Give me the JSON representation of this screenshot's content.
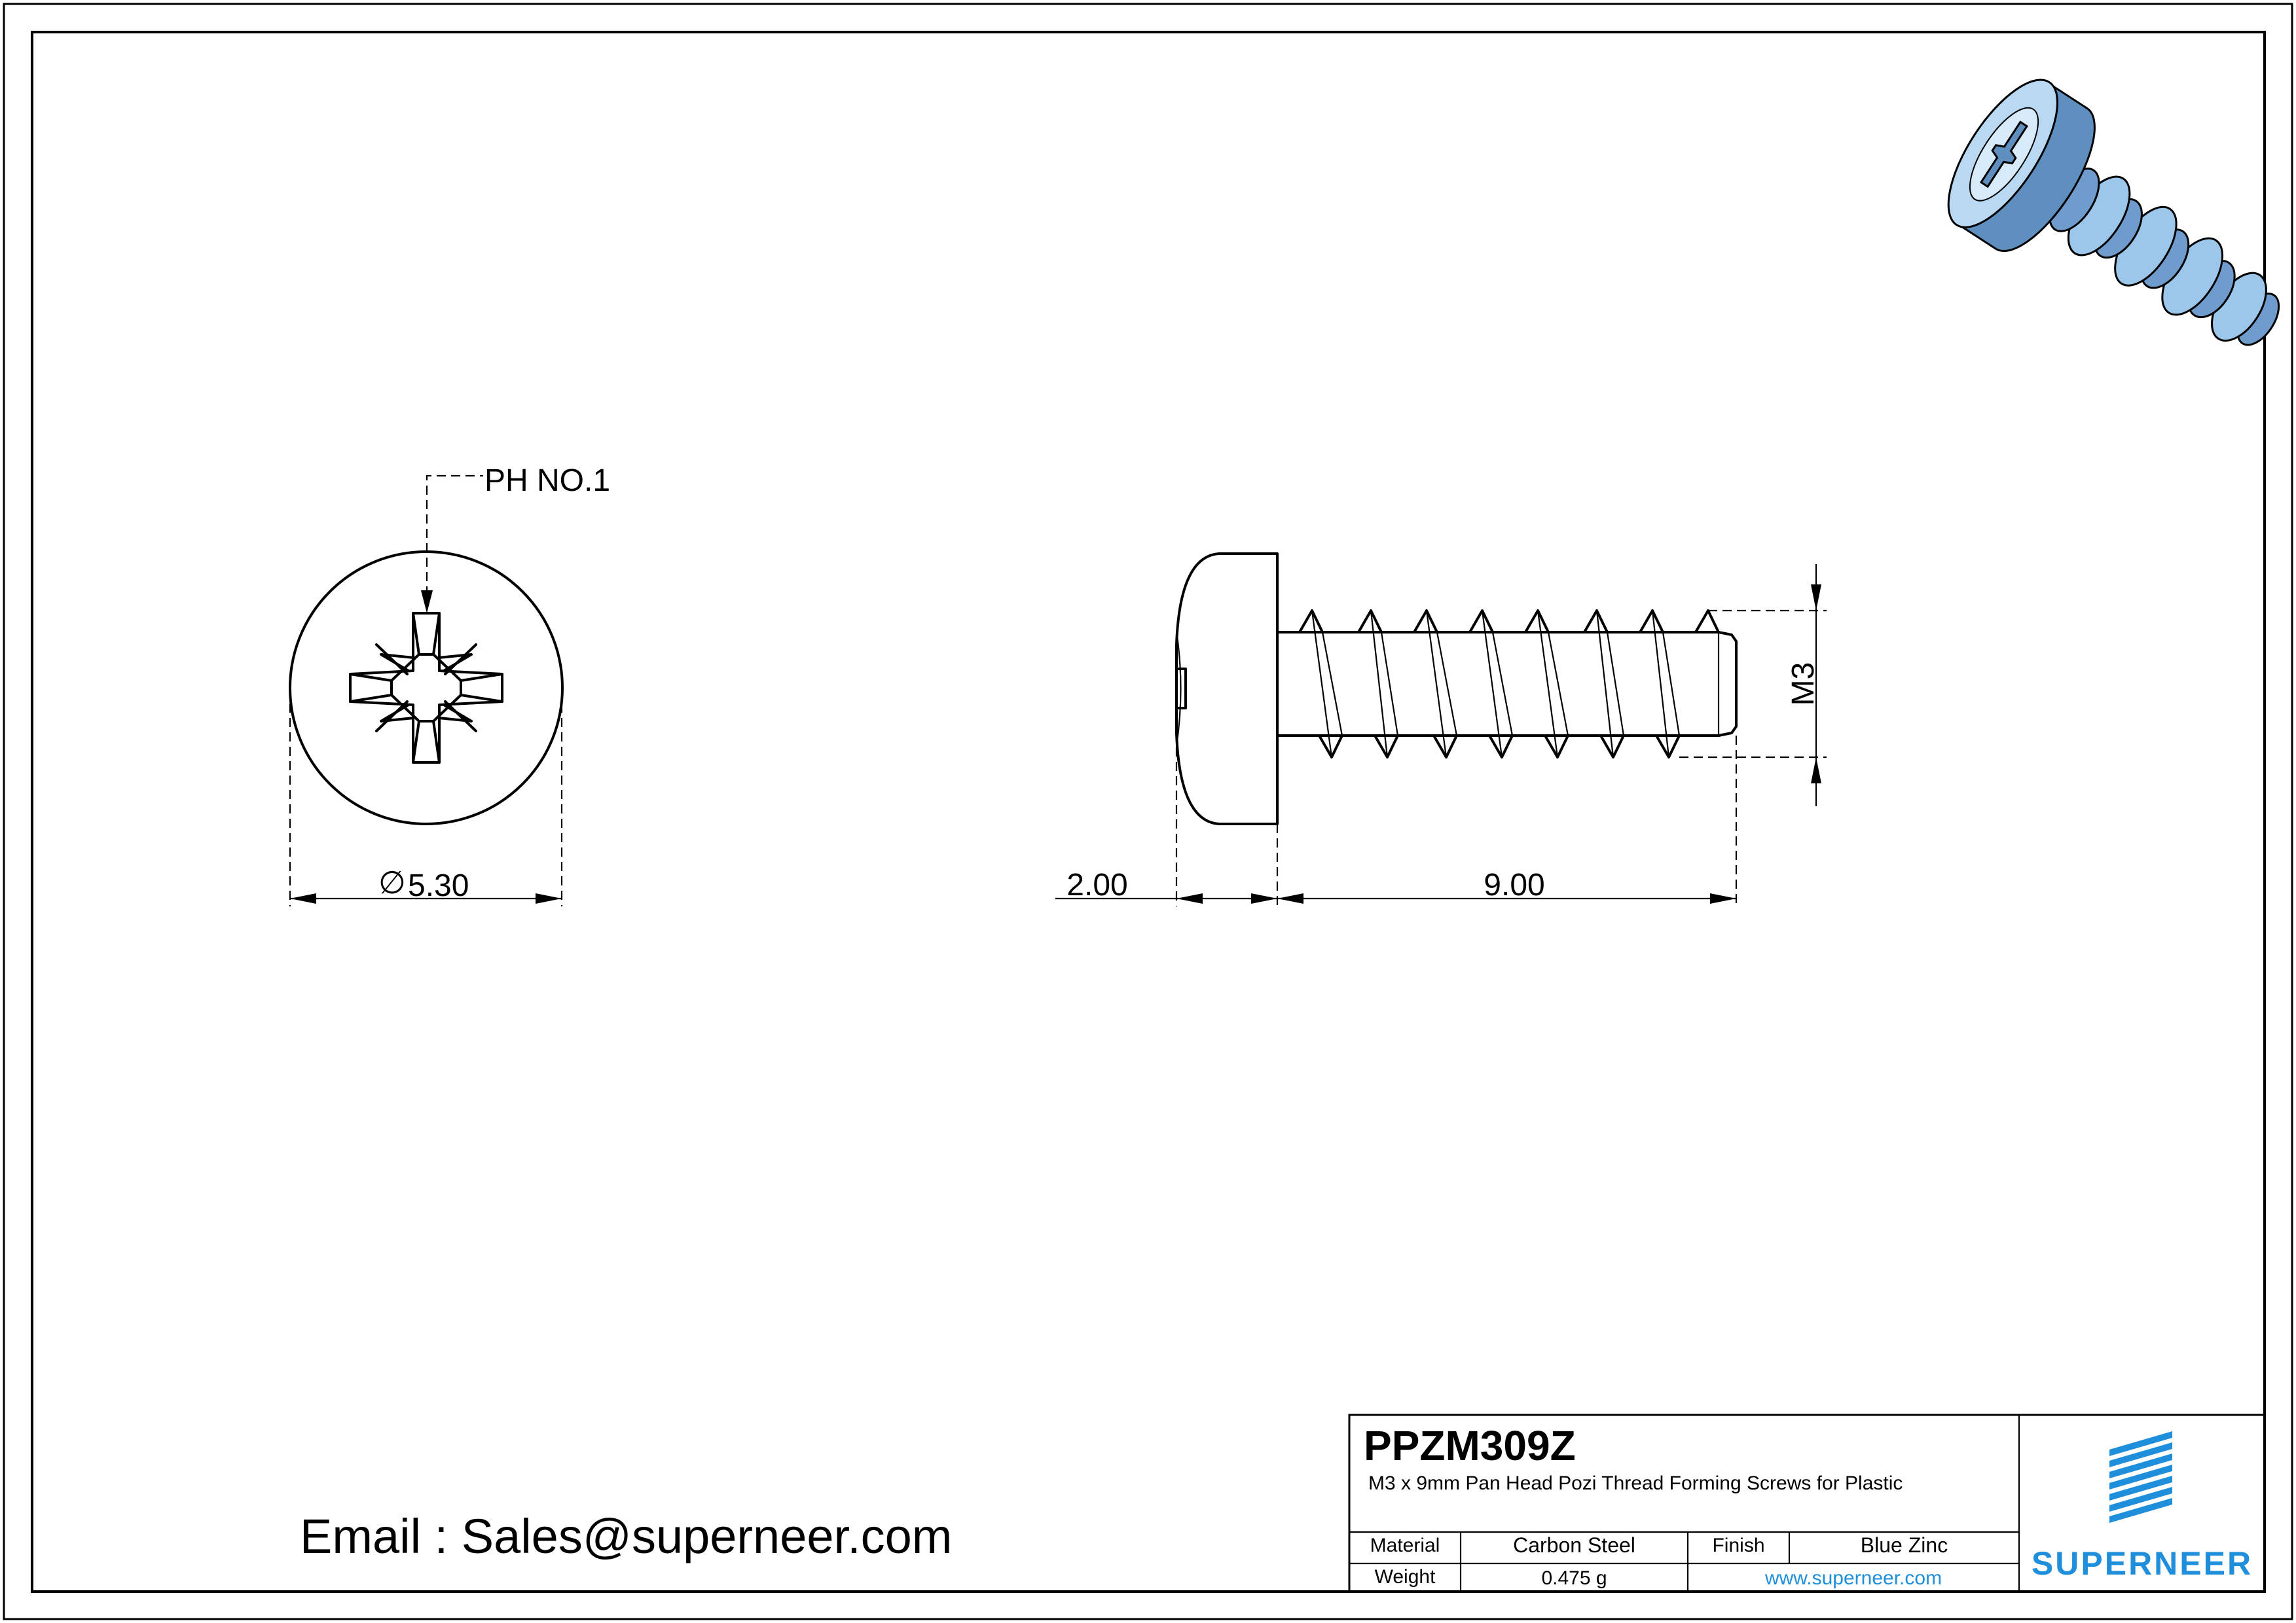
{
  "drawing": {
    "callout_drive": "PH NO.1",
    "dim_head_diameter": "5.30",
    "diameter_symbol": "∅",
    "dim_head_height": "2.00",
    "dim_length": "9.00",
    "dim_thread": "M3"
  },
  "contact": {
    "email_text": "Email : Sales@superneer.com"
  },
  "title_block": {
    "part_number": "PPZM309Z",
    "description": "M3 x 9mm Pan Head Pozi Thread Forming Screws for Plastic",
    "material_label": "Material",
    "material_value": "Carbon Steel",
    "finish_label": "Finish",
    "finish_value": "Blue Zinc",
    "weight_label": "Weight",
    "weight_value": "0.475 g",
    "website": "www.superneer.com",
    "brand": "SUPERNEER"
  },
  "colors": {
    "brand_blue": "#1f8fdc",
    "screw_blue": "#9cc7ea",
    "screw_shadow": "#5f8fbf"
  },
  "icons": {
    "logo": "superneer-stripes-logo",
    "render": "screw-3d-render"
  }
}
